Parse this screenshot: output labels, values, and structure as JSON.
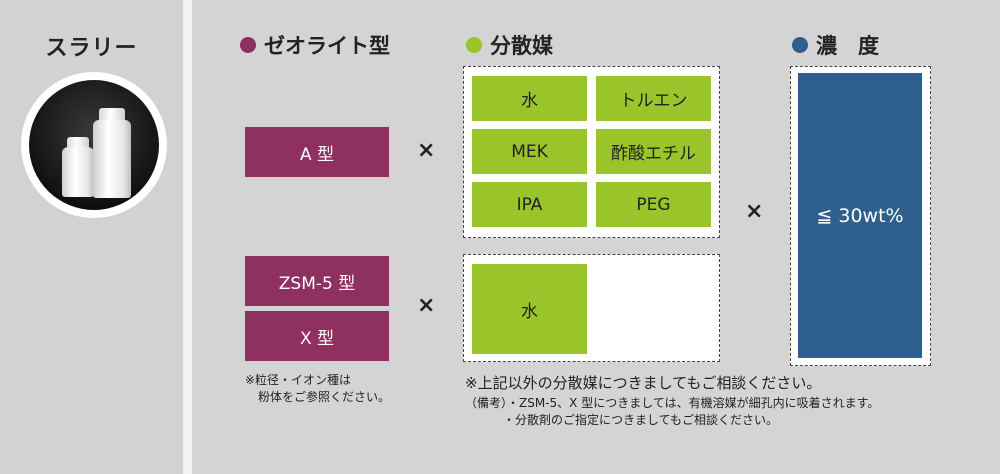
{
  "slurry": {
    "title": "スラリー"
  },
  "headers": {
    "zeolite": "ゼオライト型",
    "dispersion": "分散媒",
    "concentration": "濃　度"
  },
  "colors": {
    "zeolite": "#8e3060",
    "dispersion": "#99c42a",
    "concentration": "#2e5f8e"
  },
  "zeolite_types": {
    "a": "A 型",
    "zsm5": "ZSM-5 型",
    "x": "X 型"
  },
  "times_symbol": "×",
  "solvents_group1": [
    "水",
    "トルエン",
    "MEK",
    "酢酸エチル",
    "IPA",
    "PEG"
  ],
  "solvents_group2": [
    "水"
  ],
  "concentration_value": "≦ 30wt%",
  "notes": {
    "particle_line1": "※粒径・イオン種は",
    "particle_line2": "粉体をご参照ください。",
    "consult": "※上記以外の分散媒につきましてもご相談ください。",
    "remark1": "（備考）・ZSM-5、X 型につきましては、有機溶媒が細孔内に吸着されます。",
    "remark2": "・分散剤のご指定につきましてもご相談ください。"
  }
}
